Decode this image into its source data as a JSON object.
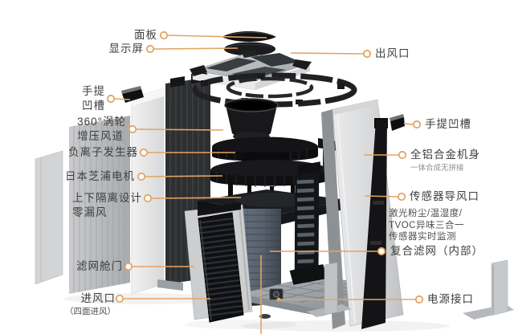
{
  "colors": {
    "callout_line": "#e3a565",
    "label_text": "#3f3f3f",
    "background": "#ffffff"
  },
  "callouts": {
    "panel": {
      "label": "面板"
    },
    "display": {
      "label": "显示屏"
    },
    "outlet": {
      "label": "出风口"
    },
    "handle_left": {
      "line1": "手提",
      "line2": "凹槽"
    },
    "turbo": {
      "line1": "360°涡轮",
      "line2": "增压风道"
    },
    "ion": {
      "label": "负离子发生器"
    },
    "motor": {
      "label": "日本芝浦电机"
    },
    "isolation": {
      "line1": "上下隔离设计",
      "line2": "零漏风"
    },
    "door": {
      "label": "滤网舱门"
    },
    "inlet": {
      "label": "进风口",
      "sub": "（四面进风）"
    },
    "handle_right": {
      "label": "手提凹槽"
    },
    "body": {
      "label": "全铝合金机身",
      "sub": "一体合成无拼接"
    },
    "sensor": {
      "label": "传感器导风口",
      "sub1": "激光粉尘/温湿度/",
      "sub2": "TVOC异味三合一",
      "sub3": "传感器实时监测"
    },
    "filter": {
      "label": "复合滤网（内部）"
    },
    "power": {
      "label": "电源接口"
    }
  },
  "diagram": {
    "subject": "air-purifier-exploded-view",
    "parts": [
      "top-cover",
      "display-screen",
      "air-outlet-plate",
      "ring-frame",
      "turbo-duct",
      "ion-generator-motor-assembly",
      "isolation-cap",
      "composite-filter",
      "base-plate",
      "power-socket",
      "left-side-panels",
      "filter-door",
      "door-backing-panel",
      "right-side-panel",
      "sensor-strip",
      "handle-notch-left",
      "handle-notch-right",
      "corner-brackets",
      "air-inlet-grille"
    ]
  }
}
